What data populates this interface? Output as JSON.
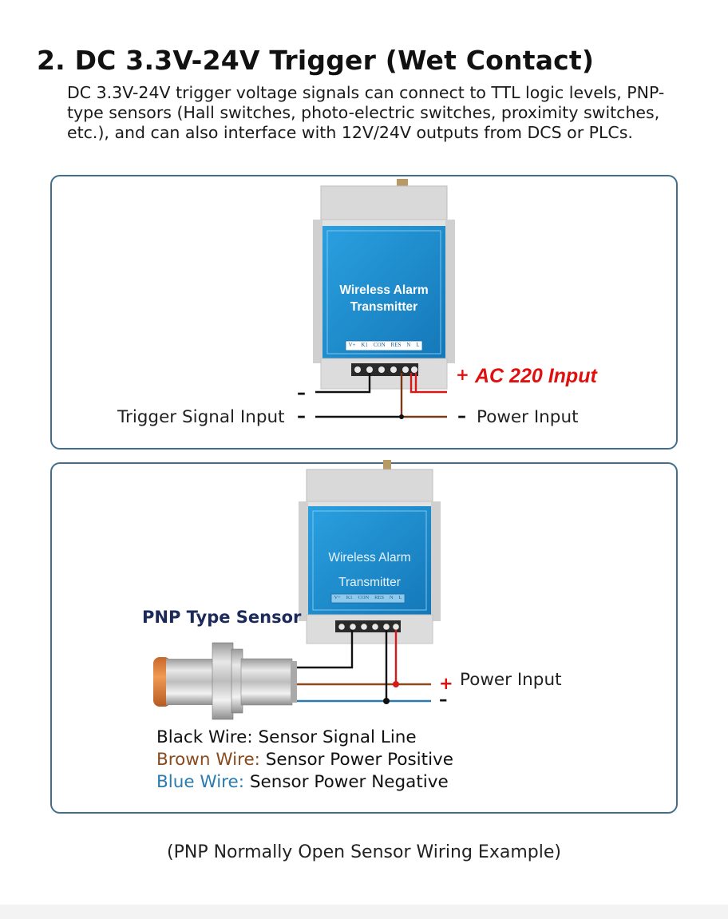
{
  "title": "2. DC 3.3V-24V Trigger (Wet Contact)",
  "description": "DC 3.3V-24V trigger voltage signals can connect to TTL logic levels, PNP-type sensors (Hall switches, photo-electric switches, proximity switches, etc.), and can also interface with 12V/24V outputs from DCS or PLCs.",
  "diagram1": {
    "device_label_line1": "Wireless Alarm",
    "device_label_line2": "Transmitter",
    "terminals": [
      "V+",
      "K1",
      "CON",
      "RES",
      "N",
      "L"
    ],
    "ac_plus": "+",
    "ac_label": "AC 220 Input",
    "trigger_minus": "–",
    "trigger_label": "Trigger Signal Input",
    "trigger_minus2": "–",
    "power_minus": "–",
    "power_label": "Power Input"
  },
  "diagram2": {
    "device_label_line1": "Wireless Alarm",
    "device_label_line2": "Transmitter",
    "sensor_label": "PNP Type Sensor",
    "power_plus": "+",
    "power_minus": "–",
    "power_label": "Power Input",
    "legend": [
      {
        "wire": "Black Wire:",
        "desc": " Sensor Signal Line",
        "color": "#111111"
      },
      {
        "wire": "Brown Wire:",
        "desc": " Sensor Power Positive",
        "color": "#8a4a1c"
      },
      {
        "wire": "Blue Wire:",
        "desc": " Sensor Power Negative",
        "color": "#2a7bb0"
      }
    ]
  },
  "caption": "(PNP Normally Open Sensor Wiring Example)",
  "colors": {
    "panel_border": "#3f6f8a",
    "device_blue": "#1c8fd2",
    "ac_red": "#e01010",
    "wire_red": "#d61a1a",
    "wire_brown": "#8a4a1c",
    "wire_blue": "#2a7bb0",
    "sensor_orange": "#e8873a"
  }
}
